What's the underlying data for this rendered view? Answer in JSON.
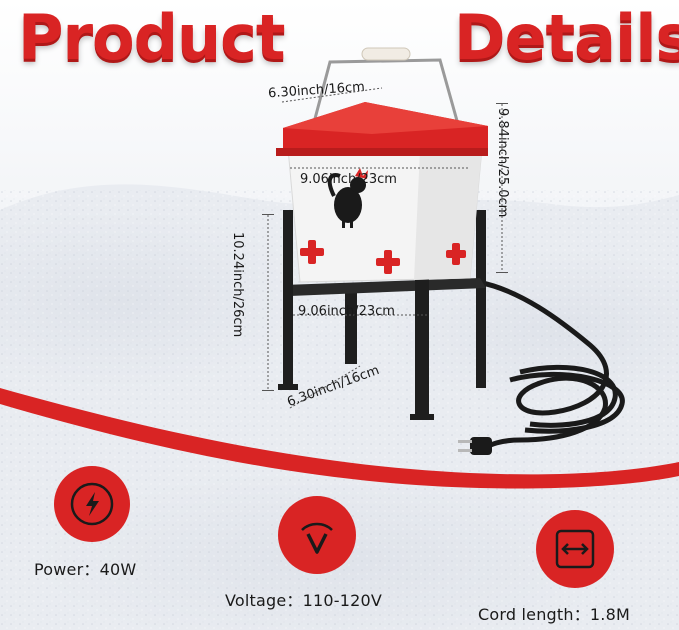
{
  "title": {
    "left": "Product",
    "right": "Details"
  },
  "dimensions": {
    "lid_width": "6.30inch/16cm",
    "body_width": "9.06inch/23cm",
    "body_height": "9.84inch/25.0cm",
    "stand_height": "10.24inch/26cm",
    "stand_width": "9.06inch/23cm",
    "stand_depth": "6.30inch/16cm"
  },
  "specs": [
    {
      "icon": "lightning-bolt-icon",
      "label": "Power：40W"
    },
    {
      "icon": "voltage-v-icon",
      "label": "Voltage：110-120V"
    },
    {
      "icon": "double-arrow-icon",
      "label": "Cord length：1.8M"
    }
  ],
  "colors": {
    "brand_red": "#d92424",
    "stand_black": "#1e1e1e",
    "body_white": "#f4f4f4"
  }
}
